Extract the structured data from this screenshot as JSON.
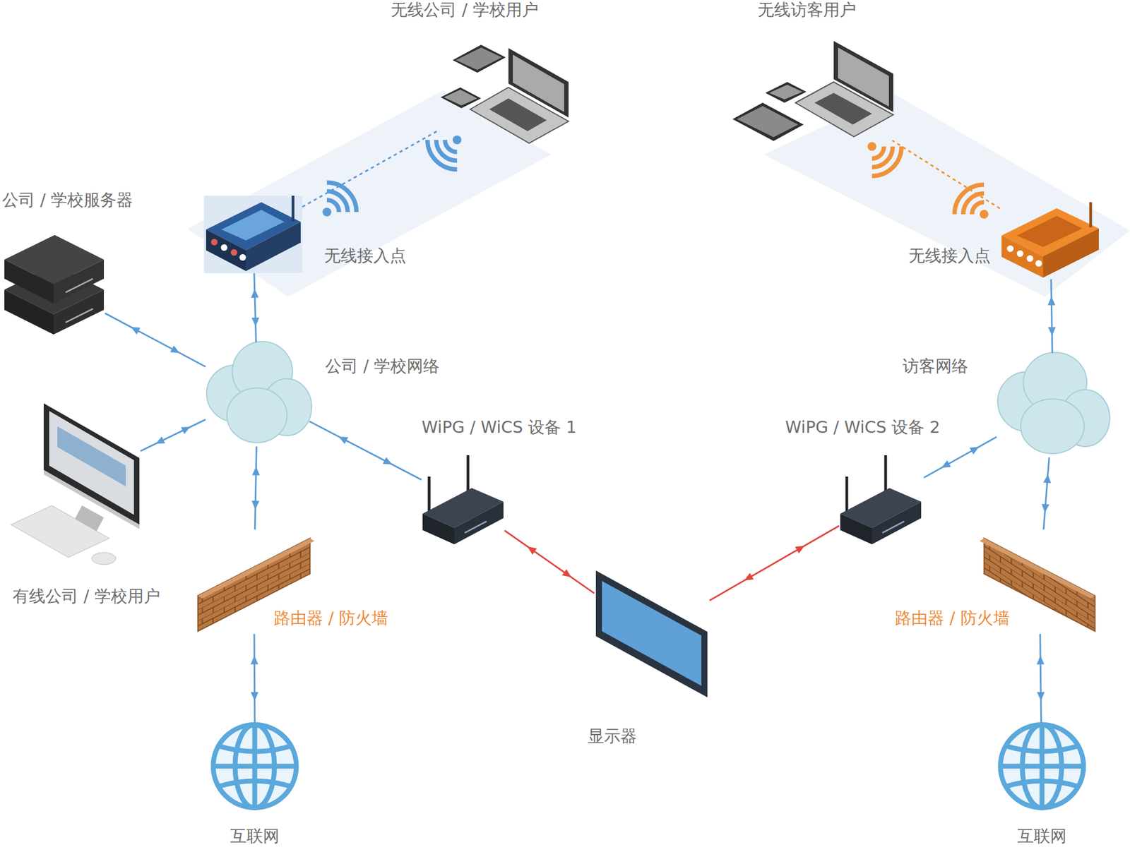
{
  "diagram": {
    "nodes": [
      {
        "text": [
          "无线公司 / 学校用户"
        ]
      },
      {
        "text": [
          "无线访客用户"
        ]
      },
      {
        "text": [
          "公司 / 学校服务器"
        ]
      },
      {
        "text": [
          "无线接入点"
        ]
      },
      {
        "text": [
          "无线接入点"
        ]
      },
      {
        "text": [
          "公司 / 学校网络"
        ]
      },
      {
        "text": [
          "访客网络"
        ]
      },
      {
        "text": [
          "WiPG / WiCS 设备 1"
        ]
      },
      {
        "text": [
          "WiPG / WiCS 设备 2"
        ]
      },
      {
        "text": [
          "有线公司 / 学校用户"
        ]
      },
      {
        "text": [
          "路由器 / 防火墙"
        ]
      },
      {
        "text": [
          "路由器 / 防火墙"
        ]
      },
      {
        "text": [
          "显示器"
        ]
      },
      {
        "text": [
          "互联网"
        ]
      },
      {
        "text": [
          "互联网"
        ]
      }
    ],
    "edges": [
      {
        "from": 3,
        "to": 0,
        "arrow": "none"
      },
      {
        "from": 4,
        "to": 1,
        "arrow": "none"
      },
      {
        "from": 2,
        "to": 5,
        "arrow": "both"
      },
      {
        "from": 5,
        "to": 3,
        "arrow": "both"
      },
      {
        "from": 9,
        "to": 5,
        "arrow": "both"
      },
      {
        "from": 5,
        "to": 7,
        "arrow": "both"
      },
      {
        "from": 5,
        "to": 10,
        "arrow": "both"
      },
      {
        "from": 10,
        "to": 13,
        "arrow": "both"
      },
      {
        "from": 7,
        "to": 12,
        "arrow": "both"
      },
      {
        "from": 8,
        "to": 12,
        "arrow": "both"
      },
      {
        "from": 6,
        "to": 8,
        "arrow": "both"
      },
      {
        "from": 6,
        "to": 4,
        "arrow": "both"
      },
      {
        "from": 6,
        "to": 11,
        "arrow": "both"
      },
      {
        "from": 11,
        "to": 14,
        "arrow": "both"
      }
    ]
  }
}
